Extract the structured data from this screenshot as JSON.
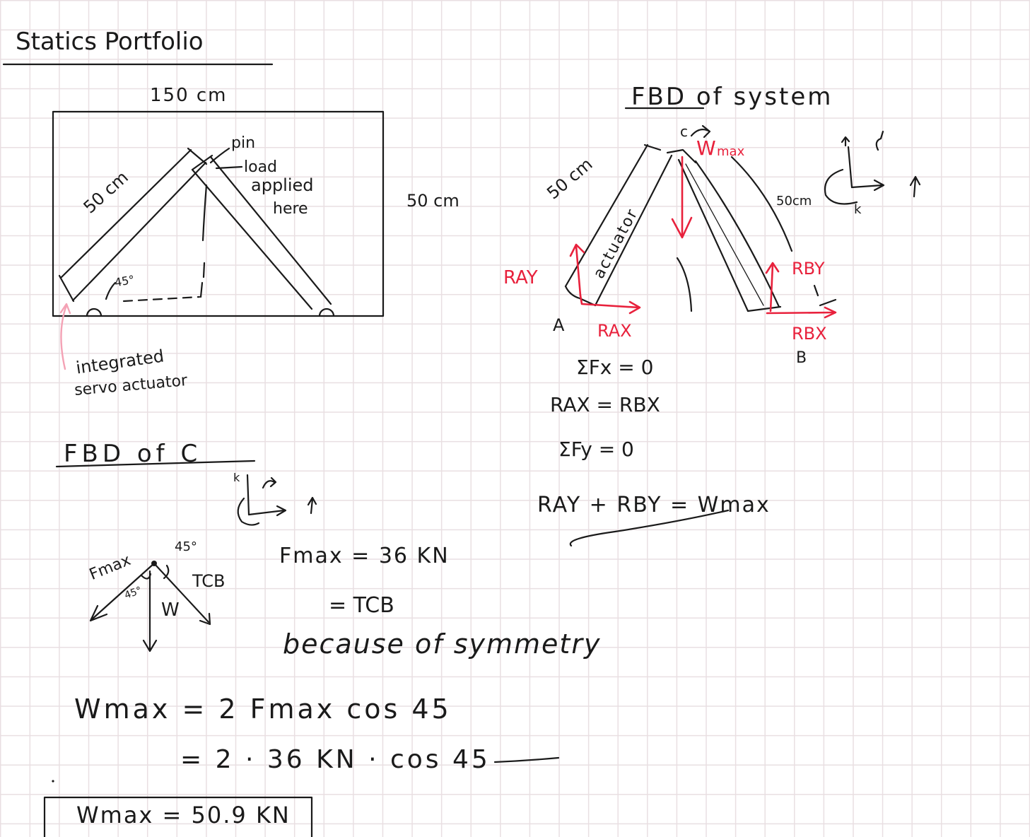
{
  "page": {
    "title": "Statics Portfolio"
  },
  "setup": {
    "span_label": "150 cm",
    "beam_length_label": "50 cm",
    "pin_label": "pin",
    "load_label_1": "load",
    "load_label_2": "applied",
    "load_label_3": "here",
    "angle_label": "45°",
    "side_length_label": "50 cm",
    "actuator_note_1": "integrated",
    "actuator_note_2": "servo actuator"
  },
  "fbd_system": {
    "title": "FBD of system",
    "point_c": "c",
    "load_symbol": "W",
    "load_subscript": "max",
    "left_length": "50 cm",
    "actuator_label": "actuator",
    "right_length": "50cm",
    "axis_label": "k",
    "reaction_ay": "RAY",
    "reaction_ax": "RAX",
    "reaction_by": "RBY",
    "reaction_bx": "RBX",
    "point_a": "A",
    "point_b": "B",
    "eq_sum_fx": "ΣFx = 0",
    "eq_x_balance": "RAX = RBX",
    "eq_sum_fy": "ΣFy = 0",
    "eq_y_balance": "RAY + RBY = Wmax"
  },
  "fbd_c": {
    "title": "FBD of C",
    "axis_label": "k",
    "force_left": "Fmax",
    "angle_right": "45°",
    "angle_left": "45°",
    "force_right": "TCB",
    "weight": "W"
  },
  "solution": {
    "fmax_value": "Fmax = 36 KN",
    "tcb_equal": "= TCB",
    "symmetry_note": "because of symmetry",
    "wmax_formula": "Wmax = 2 Fmax cos 45",
    "wmax_substitution": "= 2 · 36 KN · cos 45",
    "wmax_result": "Wmax = 50.9 KN"
  },
  "colors": {
    "ink": "#1a1a1a",
    "reaction_red": "#e8213c",
    "note_pink": "#f4a2b5",
    "grid_line": "#e9dfe2",
    "paper": "#ffffff"
  }
}
